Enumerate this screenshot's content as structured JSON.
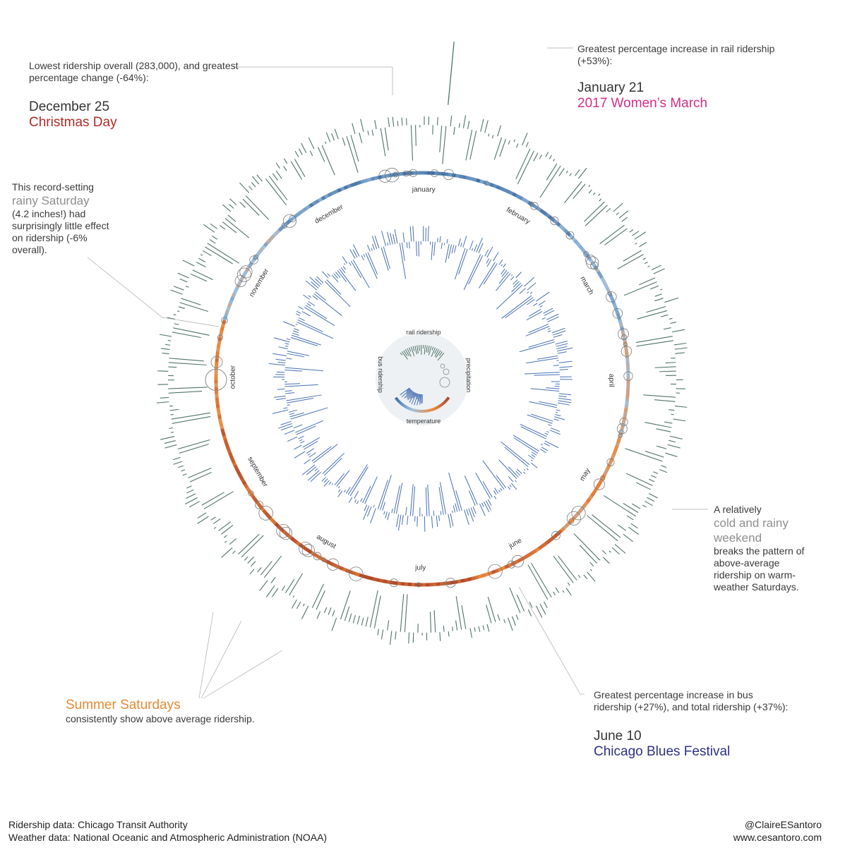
{
  "annotations": {
    "christmas": {
      "text": "Lowest ridership overall (283,000), and greatest percentage change (-64%):",
      "date": "December 25",
      "event": "Christmas Day",
      "event_color": "#b12a27"
    },
    "womens_march": {
      "text": "Greatest percentage increase in rail ridership (+53%):",
      "date": "January 21",
      "event": "2017 Women’s March",
      "event_color": "#d42e87"
    },
    "rainy_saturday": {
      "line1": "This record-setting",
      "highlight": "rainy Saturday",
      "line2": "(4.2 inches!) had surprisingly little effect on ridership (-6% overall)."
    },
    "cold_weekend": {
      "line1": "A relatively",
      "highlight": "cold and rainy weekend",
      "line2": "breaks the pattern of above-average ridership on warm-weather Saturdays."
    },
    "summer_saturdays": {
      "highlight": "Summer Saturdays",
      "highlight_color": "#e88a34",
      "text": "consistently show above average ridership."
    },
    "blues_fest": {
      "text": "Greatest percentage increase in bus ridership (+27%), and total ridership (+37%):",
      "date": "June 10",
      "event": "Chicago Blues Festival",
      "event_color": "#2d3184"
    }
  },
  "legend": {
    "rail": "rail ridership",
    "bus": "bus ridership",
    "precipitation": "precipitation",
    "temperature": "temperature"
  },
  "footer": {
    "left1": "Ridership data: Chicago Transit Authority",
    "left2": "Weather data: National Oceanic and Atmospheric Administration (NOAA)",
    "right1": "@ClaireESantoro",
    "right2": "www.cesantoro.com"
  },
  "colors": {
    "rail": "#4f7466",
    "bus": "#4670b2",
    "cold": "#3f6fa6",
    "cool": "#9fc1e0",
    "warm": "#ef8a3c",
    "hot": "#b2492a"
  },
  "chart_data": {
    "type": "radial bar chart (daily ridership, one year)",
    "months": [
      "january",
      "february",
      "march",
      "april",
      "may",
      "june",
      "july",
      "august",
      "september",
      "october",
      "november",
      "december"
    ],
    "series": [
      {
        "name": "rail ridership"
      },
      {
        "name": "bus ridership"
      },
      {
        "name": "precipitation"
      },
      {
        "name": "temperature"
      }
    ],
    "highlighted_days": [
      {
        "date": "December 25",
        "event": "Christmas Day",
        "overall_ridership": 283000,
        "percent_change": -64
      },
      {
        "date": "January 21",
        "event": "2017 Women’s March",
        "rail_percent_change": 53
      },
      {
        "date": "June 10",
        "event": "Chicago Blues Festival",
        "bus_percent_change": 27,
        "total_percent_change": 37
      },
      {
        "event": "rainy Saturday",
        "precipitation_inches": 4.2,
        "overall_percent_change": -6
      }
    ],
    "monthly_temperature_index": [
      0.05,
      0.15,
      0.3,
      0.45,
      0.65,
      0.8,
      0.95,
      0.9,
      0.85,
      0.7,
      0.35,
      0.15
    ]
  }
}
